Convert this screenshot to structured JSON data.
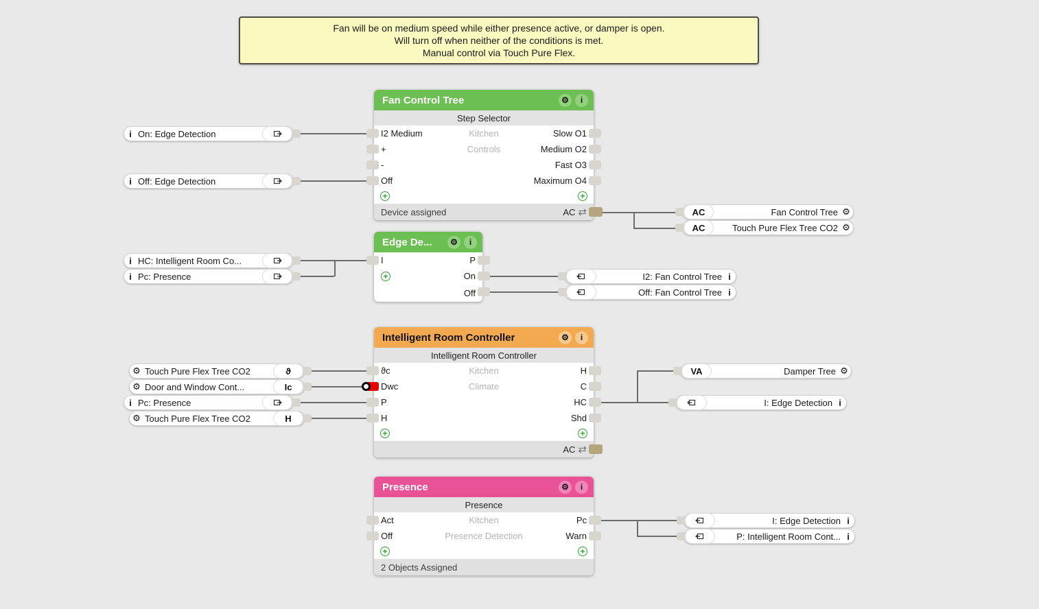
{
  "colors": {
    "green": "#6cbf53",
    "orange": "#f2a950",
    "pink": "#ea5297",
    "tan": "#b4a57e"
  },
  "icons": {
    "gear": "⚙",
    "info": "i",
    "swap": "⇄",
    "plus": "+"
  },
  "note": {
    "line1": "Fan will be on medium speed while either presence active, or damper is open.",
    "line2": "Will turn off when neither of the conditions is met.",
    "line3": "Manual control via Touch Pure Flex."
  },
  "blocks": {
    "fan_control_tree": {
      "title": "Fan Control Tree",
      "subtitle": "Step Selector",
      "room": "Kitchen",
      "category": "Controls",
      "inputs": [
        "I2 Medium",
        "+",
        "-",
        "Off"
      ],
      "outputs": [
        "Slow O1",
        "Medium O2",
        "Fast O3",
        "Maximum O4"
      ],
      "footer_left": "Device assigned",
      "footer_ac": "AC"
    },
    "edge_detection": {
      "title": "Edge De...",
      "inputs": [
        "I"
      ],
      "outputs": [
        "P",
        "On",
        "Off"
      ]
    },
    "intelligent_room_controller": {
      "title": "Intelligent Room Controller",
      "subtitle": "Intelligent Room Controller",
      "room": "Kitchen",
      "category": "Climate",
      "inputs": [
        "ϑc",
        "Dwc",
        "P",
        "H"
      ],
      "outputs": [
        "H",
        "C",
        "HC",
        "Shd"
      ],
      "footer_ac": "AC"
    },
    "presence": {
      "title": "Presence",
      "subtitle": "Presence",
      "room": "Kitchen",
      "category": "Presence Detection",
      "inputs": [
        "Act",
        "Off"
      ],
      "outputs": [
        "Pc",
        "Warn"
      ],
      "footer_left": "2 Objects Assigned"
    }
  },
  "left_refs": [
    {
      "label": "On: Edge Detection"
    },
    {
      "label": "Off: Edge Detection"
    },
    {
      "label": "HC: Intelligent Room Co..."
    },
    {
      "label": "Pc: Presence"
    },
    {
      "label": "Touch Pure Flex Tree CO2",
      "badge": "ϑ"
    },
    {
      "label": "Door and Window Cont...",
      "badge": "Ic"
    },
    {
      "label": "Pc: Presence"
    },
    {
      "label": "Touch Pure Flex Tree CO2",
      "badge": "H"
    }
  ],
  "right_refs": [
    {
      "badge": "AC",
      "label": "Fan Control Tree"
    },
    {
      "badge": "AC",
      "label": "Touch Pure Flex Tree CO2"
    },
    {
      "label": "I2: Fan Control Tree"
    },
    {
      "label": "Off: Fan Control Tree"
    },
    {
      "badge": "VA",
      "label": "Damper Tree"
    },
    {
      "label": "I: Edge Detection"
    },
    {
      "label": "I: Edge Detection"
    },
    {
      "label": "P: Intelligent Room Cont..."
    }
  ]
}
